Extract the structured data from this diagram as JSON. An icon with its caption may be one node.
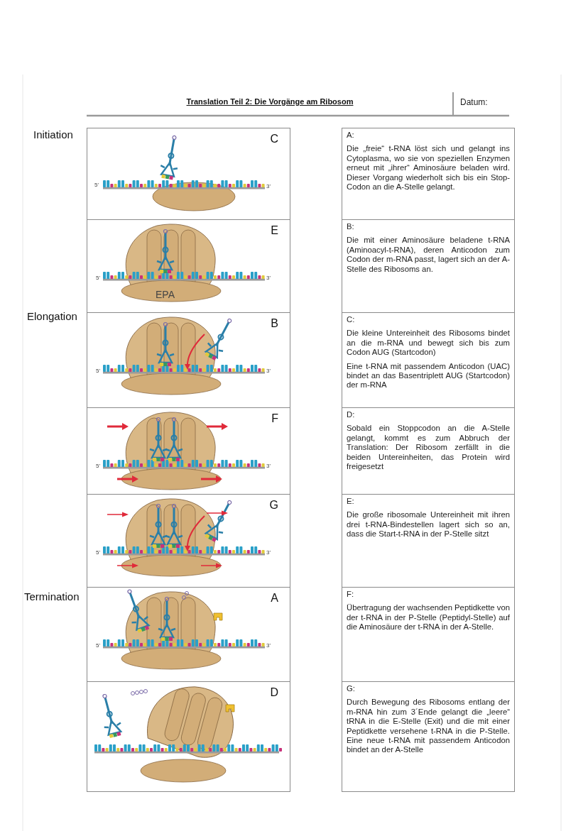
{
  "diagram": {
    "title": "Translation Teil 2: Die Vorgänge am Ribosom",
    "nodes": [
      {
        "text": [
          "C"
        ]
      },
      {
        "text": [
          "E"
        ]
      },
      {
        "text": [
          "B"
        ]
      },
      {
        "text": [
          "F"
        ]
      },
      {
        "text": [
          "G"
        ]
      },
      {
        "text": [
          "A"
        ]
      },
      {
        "text": [
          "D"
        ]
      },
      {
        "text": [
          "A:",
          "Die „freie“ t-RNA löst sich und gelangt ins Cytoplasma, wo sie von speziellen Enzymen erneut mit „ihrer“ Aminosäure beladen wird.  Dieser Vorgang wiederholt sich bis ein Stop-Codon an die A-Stelle gelangt."
        ]
      },
      {
        "text": [
          "B:",
          "Die mit einer Aminosäure beladene t-RNA (Aminoacyl-t-RNA), deren Anticodon zum Codon der m-RNA passt, lagert sich an der A-Stelle des Ribosoms an."
        ]
      },
      {
        "text": [
          "C:",
          "Die kleine Untereinheit des Ribosoms bindet an die m-RNA und bewegt sich bis zum Codon AUG (Startcodon)",
          "Eine t-RNA mit passendem Anticodon (UAC) bindet an das Basentriplett AUG (Startcodon) der m-RNA"
        ]
      },
      {
        "text": [
          "D:",
          "Sobald ein Stoppcodon an die A-Stelle gelangt, kommt es zum Abbruch der Translation: Der Ribosom zerfällt in die beiden Untereinheiten, das Protein wird freigesetzt"
        ]
      },
      {
        "text": [
          "E:",
          "Die große ribosomale Untereinheit mit ihren drei t-RNA-Bindestellen lagert sich so an, dass die Start-t-RNA in der P-Stelle sitzt"
        ]
      },
      {
        "text": [
          "F:",
          "Übertragung der wachsenden Peptidkette von der t-RNA in der P-Stelle (Peptidyl-Stelle) auf die Aminosäure der t-RNA in der A-Stelle."
        ]
      },
      {
        "text": [
          "G:",
          "Durch Bewegung des Ribosoms entlang der m-RNA hin zum 3´Ende gelangt die „leere“ tRNA in die E-Stelle (Exit) und die mit einer Peptidkette versehene t-RNA in die P-Stelle. Eine neue t-RNA mit passendem Anticodon bindet an der A-Stelle"
        ]
      }
    ],
    "labels": [
      "Datum:",
      "Initiation",
      "5'",
      "3'",
      "5'",
      "3'",
      "EPA",
      "Elongation",
      "5'",
      "3'",
      "5'",
      "3'",
      "5'",
      "3'",
      "Termination",
      "5'",
      "3'"
    ]
  }
}
